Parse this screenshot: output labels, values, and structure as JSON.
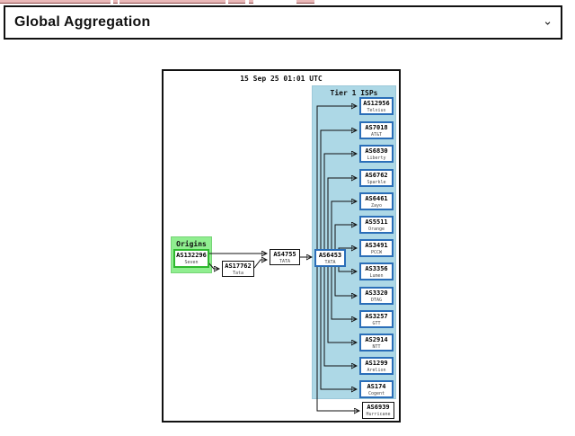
{
  "aggregation_select": {
    "value": "Global Aggregation",
    "chevron_icon": "⌄"
  },
  "diagram": {
    "timestamp": "15 Sep 25 01:01 UTC",
    "origins_cluster": {
      "label": "Origins",
      "bg_color": "#90ee90",
      "node_border_color": "#2eb82e"
    },
    "tier1_cluster": {
      "label": "Tier 1 ISPs",
      "bg_color": "#add8e6",
      "node_border_color": "#2a6eb8"
    },
    "path_nodes": [
      {
        "asn": "AS132296",
        "name": "Seven"
      },
      {
        "asn": "AS17762",
        "name": "Tata"
      },
      {
        "asn": "AS4755",
        "name": "TATA"
      },
      {
        "asn": "AS6453",
        "name": "TATA"
      }
    ],
    "tier1_nodes": [
      {
        "asn": "AS12956",
        "name": "Telxius"
      },
      {
        "asn": "AS7018",
        "name": "AT&T"
      },
      {
        "asn": "AS6830",
        "name": "Liberty"
      },
      {
        "asn": "AS6762",
        "name": "Sparkle"
      },
      {
        "asn": "AS6461",
        "name": "Zayo"
      },
      {
        "asn": "AS5511",
        "name": "Orange"
      },
      {
        "asn": "AS3491",
        "name": "PCCW"
      },
      {
        "asn": "AS3356",
        "name": "Lumen"
      },
      {
        "asn": "AS3320",
        "name": "DTAG"
      },
      {
        "asn": "AS3257",
        "name": "GTT"
      },
      {
        "asn": "AS2914",
        "name": "NTT"
      },
      {
        "asn": "AS1299",
        "name": "Arelion"
      },
      {
        "asn": "AS174",
        "name": "Cogent"
      }
    ],
    "other_nodes": [
      {
        "asn": "AS6939",
        "name": "Hurricane"
      }
    ],
    "edges": [
      {
        "from": "AS132296",
        "to": "AS4755"
      },
      {
        "from": "AS132296",
        "to": "AS17762"
      },
      {
        "from": "AS17762",
        "to": "AS4755"
      },
      {
        "from": "AS4755",
        "to": "AS6453"
      },
      {
        "from": "AS6453",
        "to": "AS12956"
      },
      {
        "from": "AS6453",
        "to": "AS7018"
      },
      {
        "from": "AS6453",
        "to": "AS6830"
      },
      {
        "from": "AS6453",
        "to": "AS6762"
      },
      {
        "from": "AS6453",
        "to": "AS6461"
      },
      {
        "from": "AS6453",
        "to": "AS5511"
      },
      {
        "from": "AS6453",
        "to": "AS3491"
      },
      {
        "from": "AS6453",
        "to": "AS3356"
      },
      {
        "from": "AS6453",
        "to": "AS3320"
      },
      {
        "from": "AS6453",
        "to": "AS3257"
      },
      {
        "from": "AS6453",
        "to": "AS2914"
      },
      {
        "from": "AS6453",
        "to": "AS1299"
      },
      {
        "from": "AS6453",
        "to": "AS174"
      },
      {
        "from": "AS6453",
        "to": "AS6939"
      }
    ]
  }
}
